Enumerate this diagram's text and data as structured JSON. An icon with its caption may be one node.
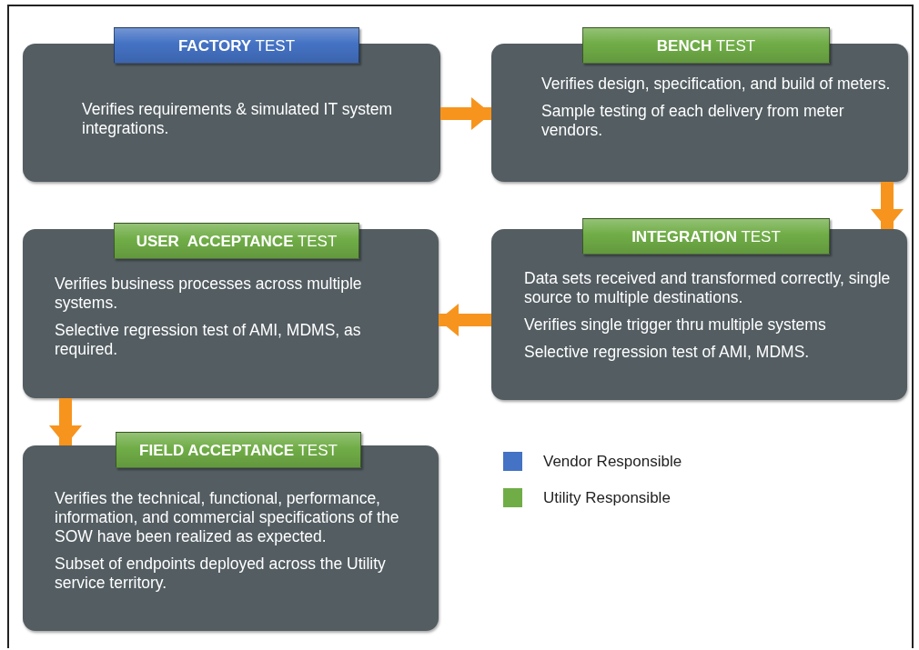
{
  "diagram": {
    "nodes": [
      {
        "text": [
          "**FACTORY** TEST",
          "Verifies requirements & simulated IT system integrations."
        ]
      },
      {
        "text": [
          "**BENCH** TEST",
          "Verifies design, specification, and build of meters.",
          "Sample testing of each delivery from meter vendors."
        ]
      },
      {
        "text": [
          "**USER  ACCEPTANCE** TEST",
          "Verifies business processes across multiple systems.",
          "Selective regression test of AMI, MDMS, as required."
        ]
      },
      {
        "text": [
          "**INTEGRATION** TEST",
          "Data sets received and transformed correctly, single source to multiple destinations.",
          "Verifies single trigger thru multiple systems",
          "Selective regression test of AMI, MDMS."
        ]
      },
      {
        "text": [
          "**FIELD ACCEPTANCE** TEST",
          "Verifies the technical, functional, performance, information, and commercial specifications of the SOW have been realized as expected.",
          "Subset of endpoints deployed across the Utility service territory."
        ]
      }
    ],
    "edges": [
      {
        "from": 0,
        "to": 1,
        "arrow": "to"
      },
      {
        "from": 1,
        "to": 3,
        "arrow": "to"
      },
      {
        "from": 3,
        "to": 2,
        "arrow": "to"
      },
      {
        "from": 2,
        "to": 4,
        "arrow": "to"
      }
    ],
    "legend": [
      {
        "text": "Vendor Responsible",
        "color": "#4472c4"
      },
      {
        "text": "Utility Responsible",
        "color": "#70ad47"
      }
    ]
  }
}
